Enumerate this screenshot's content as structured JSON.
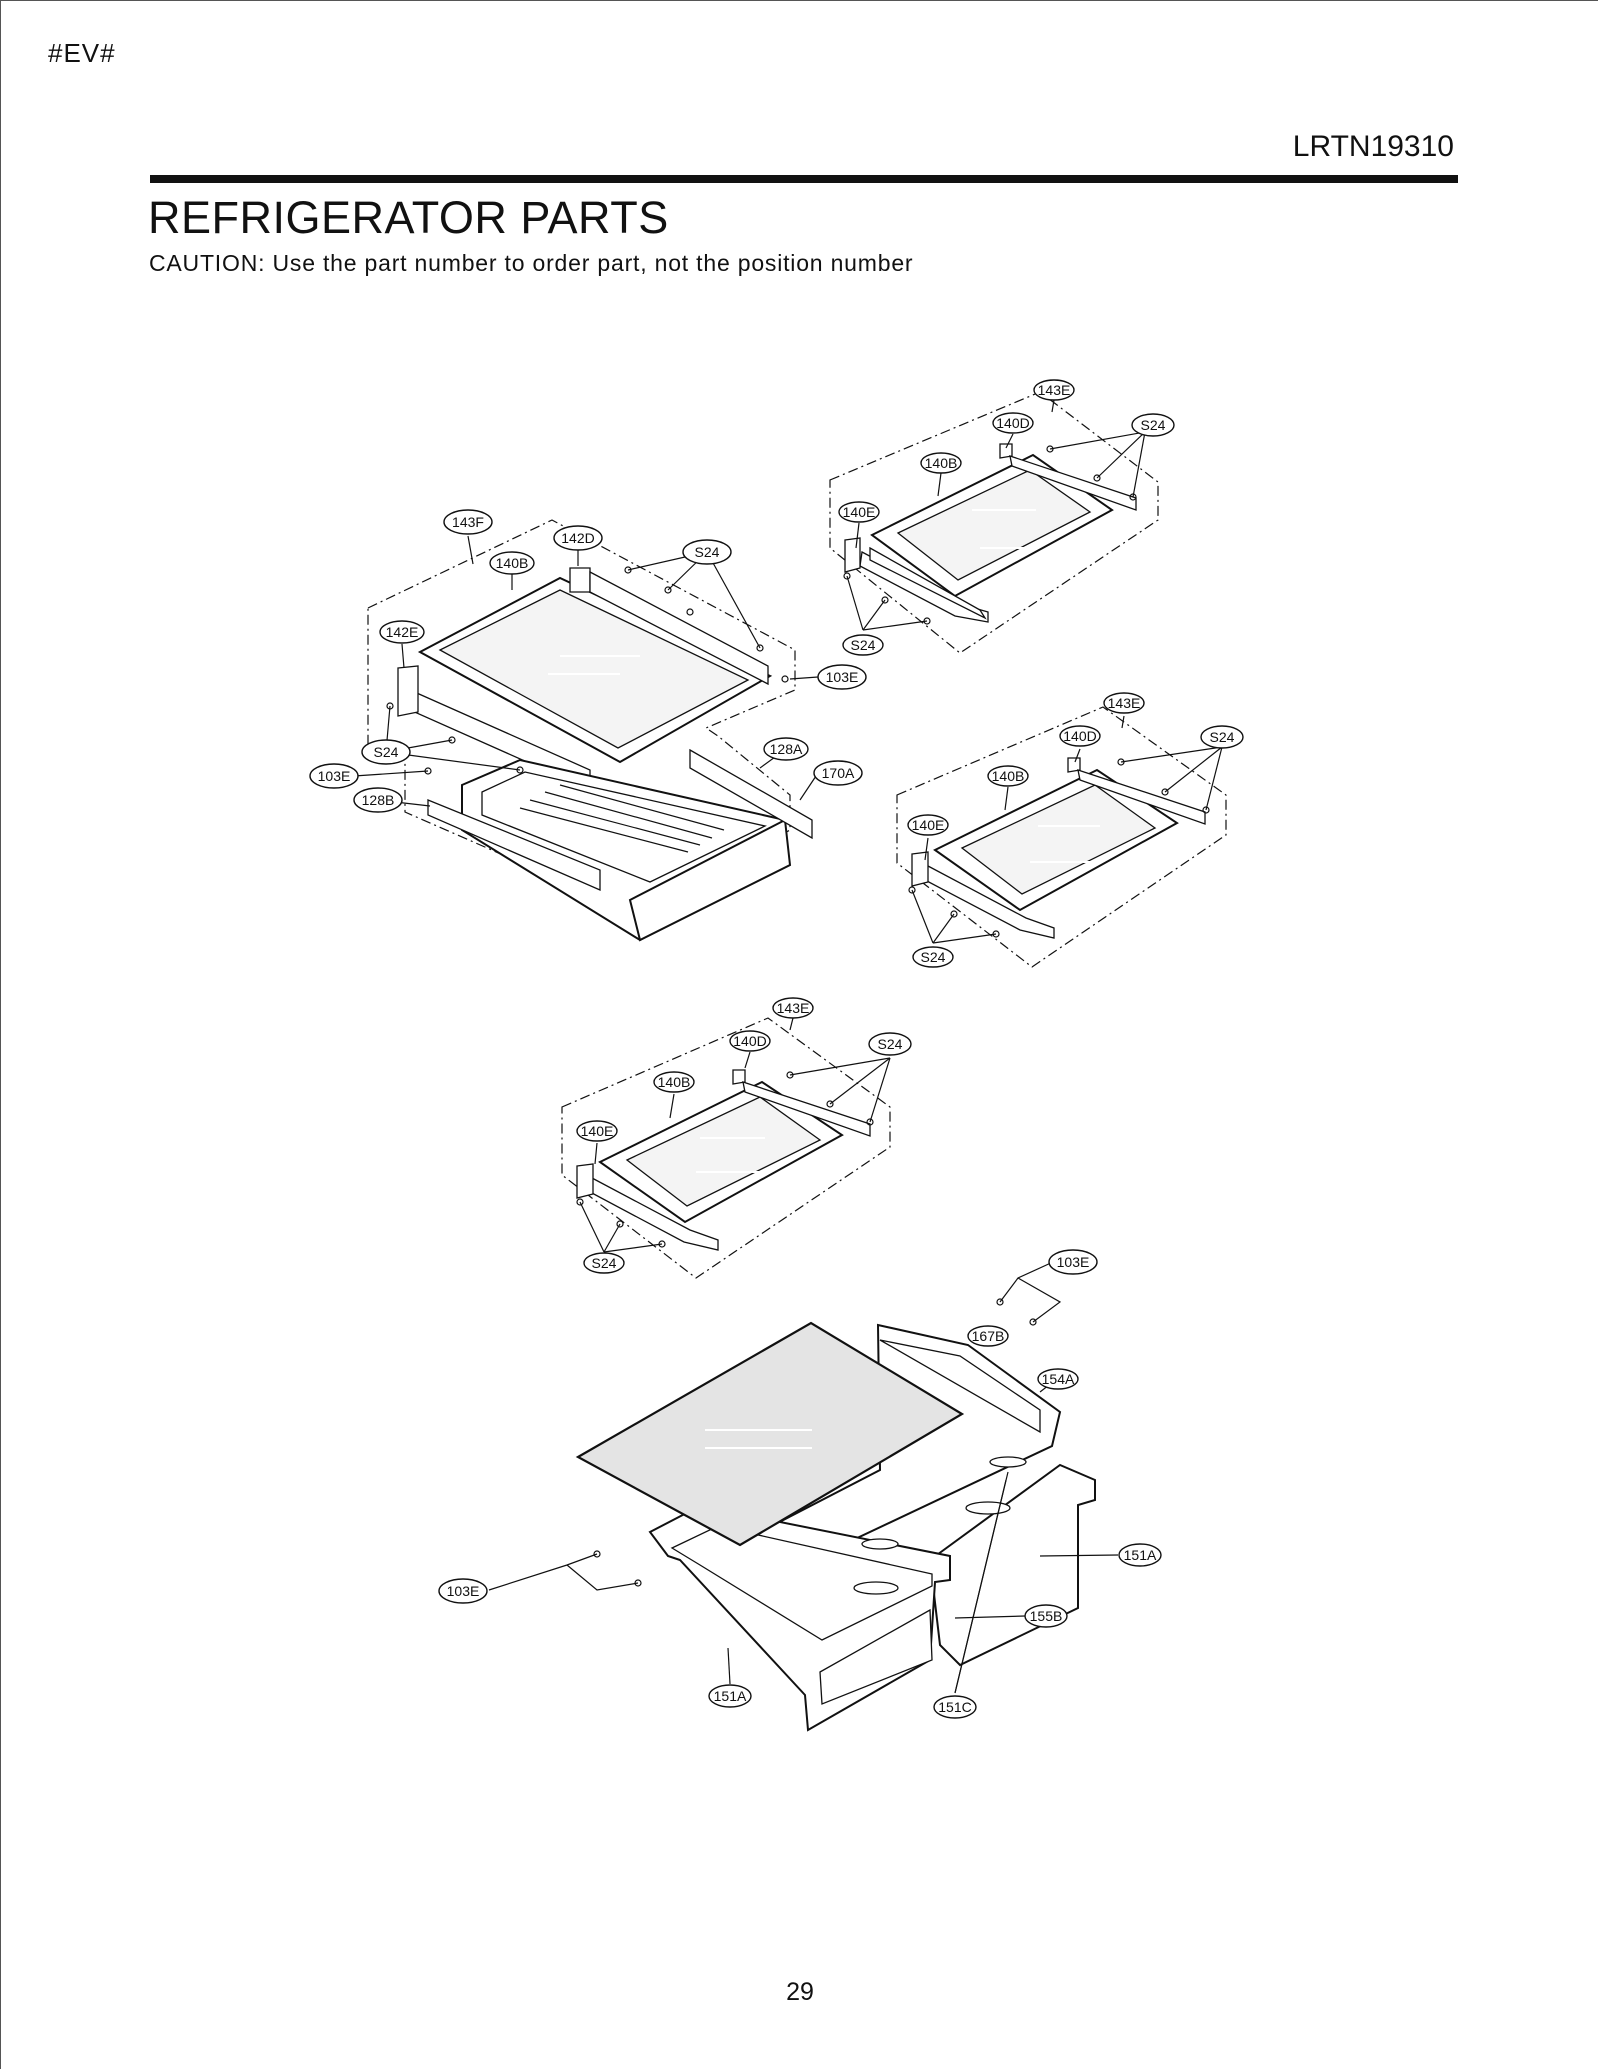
{
  "header": {
    "corner_code": "#EV#",
    "model": "LRTN19310",
    "title": "REFRIGERATOR PARTS",
    "caution": "CAUTION: Use the part number to order part, not the position number"
  },
  "footer": {
    "page_number": "29"
  },
  "diagram": {
    "labels": {
      "l01": "143E",
      "l02": "140D",
      "l03": "S24",
      "l04": "140B",
      "l05": "140E",
      "l06": "S24",
      "l07": "103E",
      "l08": "143F",
      "l09": "142D",
      "l10": "140B",
      "l11": "S24",
      "l12": "142E",
      "l13": "S24",
      "l14": "103E",
      "l15": "128B",
      "l16": "128A",
      "l17": "170A",
      "l18": "143E",
      "l19": "140D",
      "l20": "S24",
      "l21": "140B",
      "l22": "140E",
      "l23": "S24",
      "l24": "143E",
      "l25": "140D",
      "l26": "S24",
      "l27": "140B",
      "l28": "140E",
      "l29": "S24",
      "l30": "103E",
      "l31": "167B",
      "l32": "154A",
      "l33": "151A",
      "l34": "155B",
      "l35": "151C",
      "l36": "151A",
      "l37": "103E"
    }
  }
}
